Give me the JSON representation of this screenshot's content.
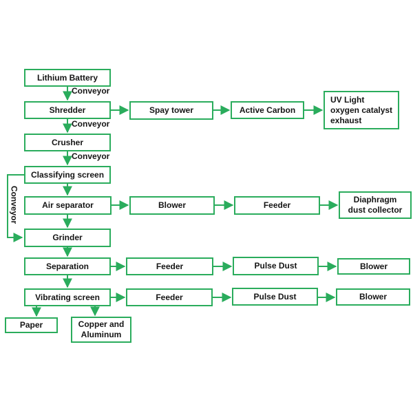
{
  "colors": {
    "accent": "#2aac5c",
    "text": "#151515",
    "background": "#ffffff"
  },
  "diagram": {
    "type": "flowchart",
    "subject": "lithium-battery-recycling-process",
    "nodes": {
      "lithium_battery": "Lithium Battery",
      "shredder": "Shredder",
      "spay_tower": "Spay tower",
      "active_carbon": "Active Carbon",
      "uv_exhaust": "UV Light\noxygen catalyst\nexhaust",
      "crusher": "Crusher",
      "classifying_screen": "Classifying screen",
      "air_separator": "Air separator",
      "blower_1": "Blower",
      "feeder_1": "Feeder",
      "diaphragm_dust_collector": "Diaphragm\ndust collector",
      "grinder": "Grinder",
      "separation": "Separation",
      "feeder_2": "Feeder",
      "pulse_dust_1": "Pulse Dust",
      "blower_2": "Blower",
      "vibrating_screen": "Vibrating screen",
      "feeder_3": "Feeder",
      "pulse_dust_2": "Pulse Dust",
      "blower_3": "Blower",
      "paper": "Paper",
      "copper_aluminum": "Copper and\nAluminum"
    },
    "edge_labels": {
      "conveyor_1": "Conveyor",
      "conveyor_2": "Conveyor",
      "conveyor_3": "Conveyor",
      "conveyor_side": "Conveyor"
    }
  }
}
